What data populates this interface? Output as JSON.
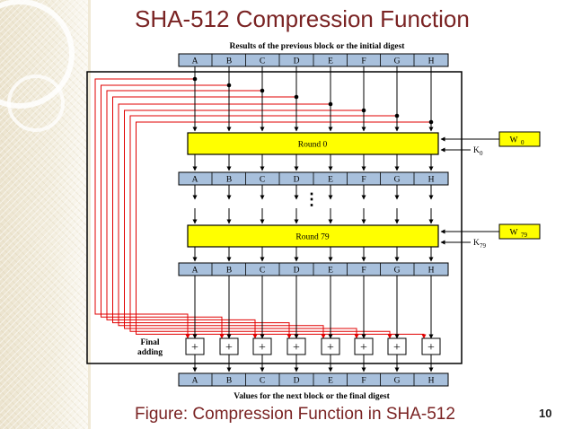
{
  "slide": {
    "title": "SHA-512 Compression Function",
    "caption": "Figure: Compression Function in SHA-512",
    "page_number": "10"
  },
  "diagram": {
    "top_caption": "Results of the previous block or the initial digest",
    "bottom_caption": "Values for the next block or the final digest",
    "register_labels": [
      "A",
      "B",
      "C",
      "D",
      "E",
      "F",
      "G",
      "H"
    ],
    "rounds": [
      {
        "label": "Round 0",
        "word_label": "W",
        "word_sub": "0",
        "const_label": "K",
        "const_sub": "0"
      },
      {
        "label": "Round 79",
        "word_label": "W",
        "word_sub": "79",
        "const_label": "K",
        "const_sub": "79"
      }
    ],
    "ellipsis": "⋮",
    "final_adding_label": [
      "Final",
      "adding"
    ],
    "adder_symbol": "+",
    "colors": {
      "title": "#7a2323",
      "round_fill": "#ffff00",
      "register_fill": "#a8c0dc",
      "feedback_line": "#e00000",
      "line": "#000000",
      "band": "#ece4cf"
    }
  }
}
